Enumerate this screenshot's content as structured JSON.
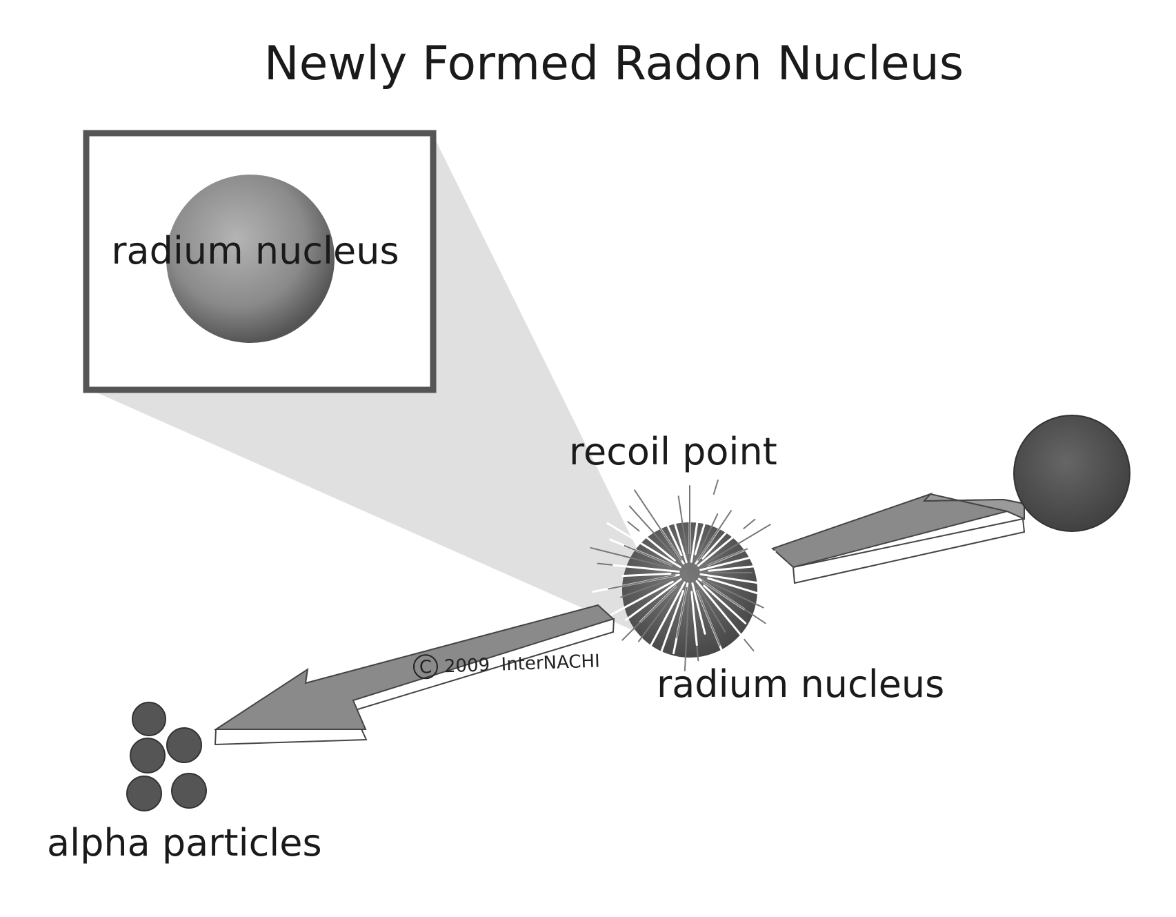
{
  "title": "Newly Formed Radon Nucleus",
  "labels": {
    "inset_radium": "radium nucleus",
    "recoil_point": "recoil point",
    "radium_nucleus": "radium nucleus",
    "alpha_particles": "alpha particles"
  },
  "copyright": {
    "symbol": "C",
    "text": "2009  InterNACHI"
  },
  "colors": {
    "inset_frame": "#555555",
    "zoom_wedge": "#e0e0e0",
    "arrow_fill": "#8a8a8a",
    "dark_nucleus": "#555555"
  }
}
